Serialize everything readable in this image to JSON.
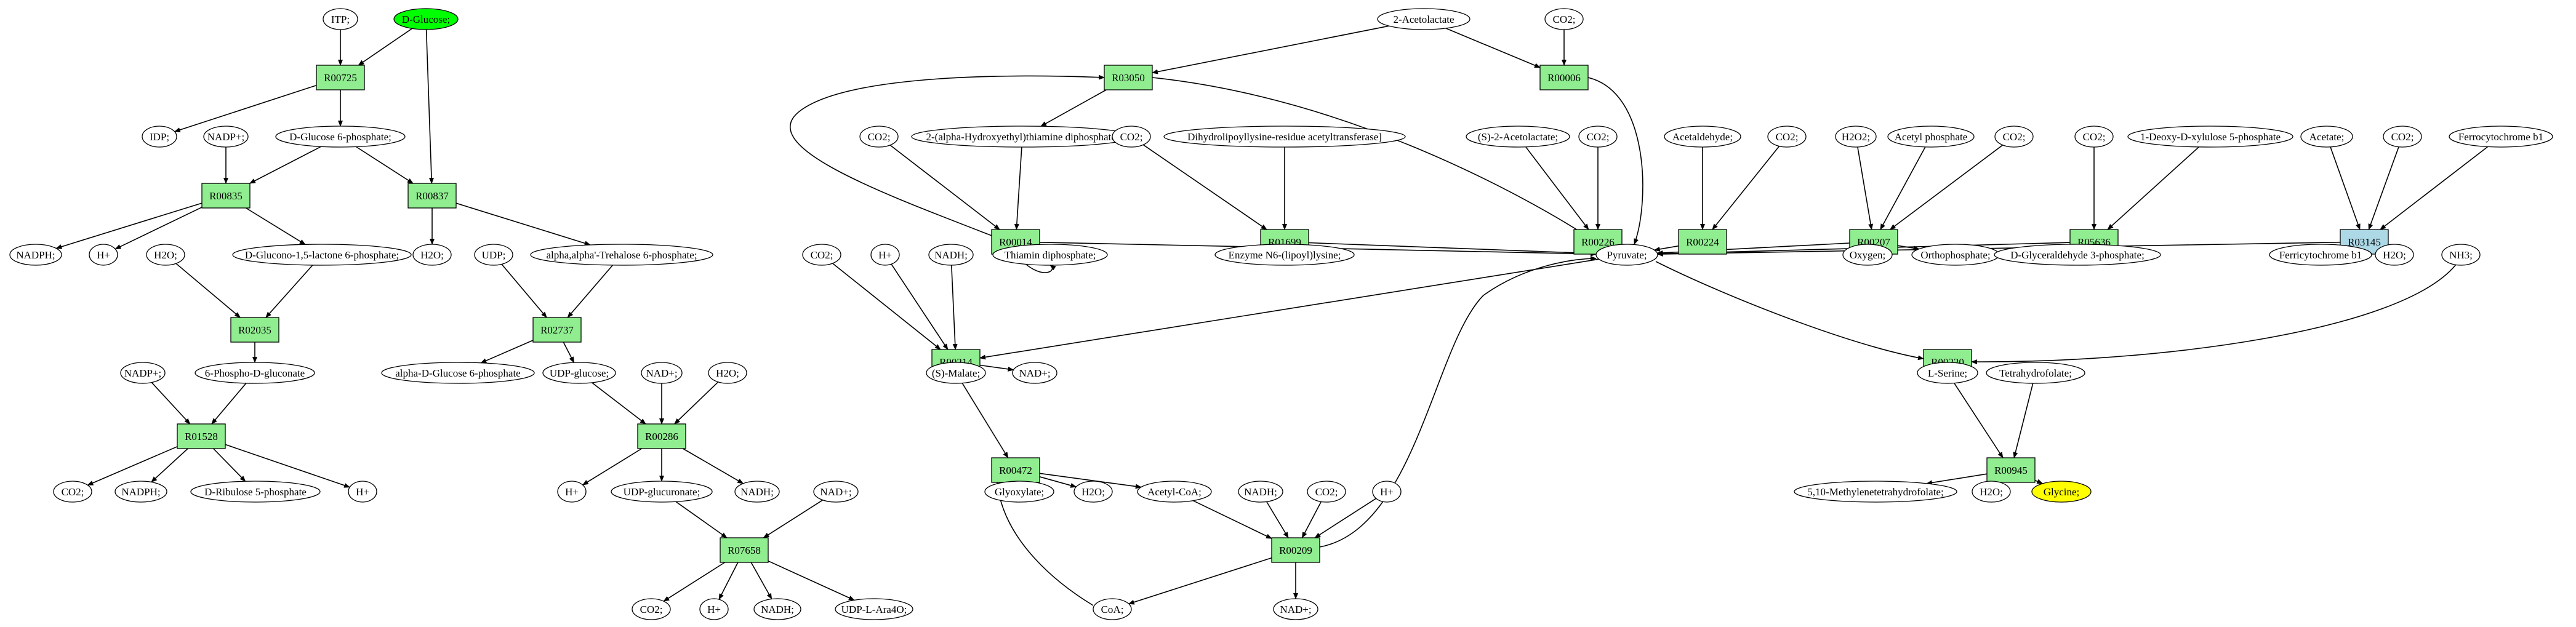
{
  "colors": {
    "reaction_fill": "#90ee90",
    "reaction_highlight_fill": "#add8e6",
    "metabolite_fill": "#ffffff",
    "source_fill": "#00ff00",
    "target_fill": "#ffff00",
    "stroke": "#000000"
  },
  "reactions": [
    {
      "id": "r-R00725",
      "label": "R00725"
    },
    {
      "id": "r-R00835",
      "label": "R00835"
    },
    {
      "id": "r-R00837",
      "label": "R00837"
    },
    {
      "id": "r-R02035",
      "label": "R02035"
    },
    {
      "id": "r-R02737",
      "label": "R02737"
    },
    {
      "id": "r-R01528",
      "label": "R01528"
    },
    {
      "id": "r-R00286",
      "label": "R00286"
    },
    {
      "id": "r-R07658",
      "label": "R07658"
    },
    {
      "id": "r-R03050",
      "label": "R03050"
    },
    {
      "id": "r-R00006",
      "label": "R00006"
    },
    {
      "id": "r-R00014",
      "label": "R00014"
    },
    {
      "id": "r-R01699",
      "label": "R01699"
    },
    {
      "id": "r-R00226",
      "label": "R00226"
    },
    {
      "id": "r-R00224",
      "label": "R00224"
    },
    {
      "id": "r-R00207",
      "label": "R00207"
    },
    {
      "id": "r-R05636",
      "label": "R05636"
    },
    {
      "id": "r-R03145",
      "label": "R03145",
      "highlight": true
    },
    {
      "id": "r-R00214",
      "label": "R00214"
    },
    {
      "id": "r-R00220",
      "label": "R00220"
    },
    {
      "id": "r-R00472",
      "label": "R00472"
    },
    {
      "id": "r-R00945",
      "label": "R00945"
    },
    {
      "id": "r-R00209",
      "label": "R00209"
    }
  ],
  "metabolites": [
    {
      "id": "m-itp",
      "label": "ITP;"
    },
    {
      "id": "m-dglucose",
      "label": "D-Glucose;",
      "role": "source"
    },
    {
      "id": "m-idp",
      "label": "IDP;"
    },
    {
      "id": "m-nadp1",
      "label": "NADP+;"
    },
    {
      "id": "m-g6p",
      "label": "D-Glucose 6-phosphate;"
    },
    {
      "id": "m-nadph1",
      "label": "NADPH;"
    },
    {
      "id": "m-h1",
      "label": "H+"
    },
    {
      "id": "m-glucono",
      "label": "D-Glucono-1,5-lactone 6-phosphate;"
    },
    {
      "id": "m-h2o1",
      "label": "H2O;"
    },
    {
      "id": "m-h2o2",
      "label": "H2O;"
    },
    {
      "id": "m-udp",
      "label": "UDP;"
    },
    {
      "id": "m-trehalose",
      "label": "alpha,alpha'-Trehalose 6-phosphate;"
    },
    {
      "id": "m-6pg",
      "label": "6-Phospho-D-gluconate"
    },
    {
      "id": "m-nadp2",
      "label": "NADP+;"
    },
    {
      "id": "m-ag6p",
      "label": "alpha-D-Glucose 6-phosphate"
    },
    {
      "id": "m-udpglc",
      "label": "UDP-glucose;"
    },
    {
      "id": "m-nad1",
      "label": "NAD+;"
    },
    {
      "id": "m-h2o3",
      "label": "H2O;"
    },
    {
      "id": "m-co2a",
      "label": "CO2;"
    },
    {
      "id": "m-nadph2",
      "label": "NADPH;"
    },
    {
      "id": "m-ribulose",
      "label": "D-Ribulose 5-phosphate"
    },
    {
      "id": "m-h2",
      "label": "H+"
    },
    {
      "id": "m-h3",
      "label": "H+"
    },
    {
      "id": "m-udpglcu",
      "label": "UDP-glucuronate;"
    },
    {
      "id": "m-nadh1",
      "label": "NADH;"
    },
    {
      "id": "m-nad2",
      "label": "NAD+;"
    },
    {
      "id": "m-co2b",
      "label": "CO2;"
    },
    {
      "id": "m-h4",
      "label": "H+"
    },
    {
      "id": "m-nadh2",
      "label": "NADH;"
    },
    {
      "id": "m-udpara",
      "label": "UDP-L-Ara4O;"
    },
    {
      "id": "m-acetolactate",
      "label": "2-Acetolactate"
    },
    {
      "id": "m-co2c",
      "label": "CO2;"
    },
    {
      "id": "m-co2d",
      "label": "CO2;"
    },
    {
      "id": "m-hetpp",
      "label": "2-(alpha-Hydroxyethyl)thiamine diphosphate;"
    },
    {
      "id": "m-co2e",
      "label": "CO2;"
    },
    {
      "id": "m-dihydrolipo",
      "label": "Dihydrolipoyllysine-residue acetyltransferase]"
    },
    {
      "id": "m-sacetolactate",
      "label": "(S)-2-Acetolactate;"
    },
    {
      "id": "m-co2f",
      "label": "CO2;"
    },
    {
      "id": "m-acetaldehyde",
      "label": "Acetaldehyde;"
    },
    {
      "id": "m-co2g",
      "label": "CO2;"
    },
    {
      "id": "m-h2o2x",
      "label": "H2O2;"
    },
    {
      "id": "m-acetylp",
      "label": "Acetyl phosphate"
    },
    {
      "id": "m-co2h",
      "label": "CO2;"
    },
    {
      "id": "m-co2i",
      "label": "CO2;"
    },
    {
      "id": "m-dxp",
      "label": "1-Deoxy-D-xylulose 5-phosphate"
    },
    {
      "id": "m-acetate",
      "label": "Acetate;"
    },
    {
      "id": "m-co2j",
      "label": "CO2;"
    },
    {
      "id": "m-ferrocyt",
      "label": "Ferrocytochrome b1"
    },
    {
      "id": "m-thiamin",
      "label": "Thiamin diphosphate;"
    },
    {
      "id": "m-enzyme",
      "label": "Enzyme N6-(lipoyl)lysine;"
    },
    {
      "id": "m-pyruvate",
      "label": "Pyruvate;"
    },
    {
      "id": "m-oxygen",
      "label": "Oxygen;"
    },
    {
      "id": "m-ortho",
      "label": "Orthophosphate;"
    },
    {
      "id": "m-g3p",
      "label": "D-Glyceraldehyde 3-phosphate;"
    },
    {
      "id": "m-ferricyt",
      "label": "Ferricytochrome b1"
    },
    {
      "id": "m-h2o4",
      "label": "H2O;"
    },
    {
      "id": "m-nh3",
      "label": "NH3;"
    },
    {
      "id": "m-co2k",
      "label": "CO2;"
    },
    {
      "id": "m-h5",
      "label": "H+"
    },
    {
      "id": "m-nadh3",
      "label": "NADH;"
    },
    {
      "id": "m-smalate",
      "label": "(S)-Malate;"
    },
    {
      "id": "m-nad3",
      "label": "NAD+;"
    },
    {
      "id": "m-lserine",
      "label": "L-Serine;"
    },
    {
      "id": "m-thf",
      "label": "Tetrahydrofolate;"
    },
    {
      "id": "m-glyoxylate",
      "label": "Glyoxylate;"
    },
    {
      "id": "m-h2o5",
      "label": "H2O;"
    },
    {
      "id": "m-acetylcoa",
      "label": "Acetyl-CoA;"
    },
    {
      "id": "m-nadh4",
      "label": "NADH;"
    },
    {
      "id": "m-co2l",
      "label": "CO2;"
    },
    {
      "id": "m-h6",
      "label": "H+"
    },
    {
      "id": "m-methylene",
      "label": "5,10-Methylenetetrahydrofolate;"
    },
    {
      "id": "m-h2o6",
      "label": "H2O;"
    },
    {
      "id": "m-glycine",
      "label": "Glycine;",
      "role": "target"
    },
    {
      "id": "m-coa",
      "label": "CoA;"
    },
    {
      "id": "m-nad4",
      "label": "NAD+;"
    }
  ],
  "edges": [
    [
      "m-itp",
      "r-R00725"
    ],
    [
      "m-dglucose",
      "r-R00725"
    ],
    [
      "m-dglucose",
      "r-R00837"
    ],
    [
      "r-R00725",
      "m-idp"
    ],
    [
      "r-R00725",
      "m-g6p"
    ],
    [
      "m-nadp1",
      "r-R00835"
    ],
    [
      "m-g6p",
      "r-R00835"
    ],
    [
      "m-g6p",
      "r-R00837"
    ],
    [
      "r-R00835",
      "m-nadph1"
    ],
    [
      "r-R00835",
      "m-h1"
    ],
    [
      "r-R00835",
      "m-glucono"
    ],
    [
      "r-R00837",
      "m-h2o2"
    ],
    [
      "r-R00837",
      "m-trehalose"
    ],
    [
      "m-h2o1",
      "r-R02035"
    ],
    [
      "m-glucono",
      "r-R02035"
    ],
    [
      "r-R02035",
      "m-6pg"
    ],
    [
      "m-udp",
      "r-R02737"
    ],
    [
      "m-trehalose",
      "r-R02737"
    ],
    [
      "r-R02737",
      "m-ag6p"
    ],
    [
      "r-R02737",
      "m-udpglc"
    ],
    [
      "m-nadp2",
      "r-R01528"
    ],
    [
      "m-6pg",
      "r-R01528"
    ],
    [
      "r-R01528",
      "m-co2a"
    ],
    [
      "r-R01528",
      "m-nadph2"
    ],
    [
      "r-R01528",
      "m-ribulose"
    ],
    [
      "r-R01528",
      "m-h2"
    ],
    [
      "m-udpglc",
      "r-R00286"
    ],
    [
      "m-nad1",
      "r-R00286"
    ],
    [
      "m-h2o3",
      "r-R00286"
    ],
    [
      "r-R00286",
      "m-h3"
    ],
    [
      "r-R00286",
      "m-udpglcu"
    ],
    [
      "r-R00286",
      "m-nadh1"
    ],
    [
      "m-udpglcu",
      "r-R07658"
    ],
    [
      "m-nad2",
      "r-R07658"
    ],
    [
      "r-R07658",
      "m-co2b"
    ],
    [
      "r-R07658",
      "m-h4"
    ],
    [
      "r-R07658",
      "m-nadh2"
    ],
    [
      "r-R07658",
      "m-udpara"
    ],
    [
      "m-acetolactate",
      "r-R03050"
    ],
    [
      "m-acetolactate",
      "r-R00006"
    ],
    [
      "m-co2c",
      "r-R00006"
    ],
    [
      "m-thiamin",
      "r-R03050"
    ],
    [
      "r-R03050",
      "m-hetpp"
    ],
    [
      "r-R03050",
      "m-pyruvate"
    ],
    [
      "r-R00006",
      "m-pyruvate"
    ],
    [
      "m-co2d",
      "r-R00014"
    ],
    [
      "m-hetpp",
      "r-R00014"
    ],
    [
      "r-R00014",
      "m-thiamin"
    ],
    [
      "r-R00014",
      "m-pyruvate"
    ],
    [
      "m-co2e",
      "r-R01699"
    ],
    [
      "m-dihydrolipo",
      "r-R01699"
    ],
    [
      "r-R01699",
      "m-enzyme"
    ],
    [
      "r-R01699",
      "m-pyruvate"
    ],
    [
      "m-sacetolactate",
      "r-R00226"
    ],
    [
      "m-co2f",
      "r-R00226"
    ],
    [
      "r-R00226",
      "m-pyruvate"
    ],
    [
      "m-acetaldehyde",
      "r-R00224"
    ],
    [
      "m-co2g",
      "r-R00224"
    ],
    [
      "r-R00224",
      "m-pyruvate"
    ],
    [
      "m-h2o2x",
      "r-R00207"
    ],
    [
      "m-acetylp",
      "r-R00207"
    ],
    [
      "m-co2h",
      "r-R00207"
    ],
    [
      "r-R00207",
      "m-pyruvate"
    ],
    [
      "r-R00207",
      "m-oxygen"
    ],
    [
      "r-R00207",
      "m-ortho"
    ],
    [
      "m-co2i",
      "r-R05636"
    ],
    [
      "m-dxp",
      "r-R05636"
    ],
    [
      "r-R05636",
      "m-pyruvate"
    ],
    [
      "r-R05636",
      "m-g3p"
    ],
    [
      "m-acetate",
      "r-R03145"
    ],
    [
      "m-co2j",
      "r-R03145"
    ],
    [
      "m-ferrocyt",
      "r-R03145"
    ],
    [
      "r-R03145",
      "m-pyruvate"
    ],
    [
      "r-R03145",
      "m-ferricyt"
    ],
    [
      "r-R03145",
      "m-h2o4"
    ],
    [
      "m-pyruvate",
      "r-R00214"
    ],
    [
      "m-co2k",
      "r-R00214"
    ],
    [
      "m-h5",
      "r-R00214"
    ],
    [
      "m-nadh3",
      "r-R00214"
    ],
    [
      "r-R00214",
      "m-smalate"
    ],
    [
      "r-R00214",
      "m-nad3"
    ],
    [
      "m-pyruvate",
      "r-R00220"
    ],
    [
      "m-nh3",
      "r-R00220"
    ],
    [
      "r-R00220",
      "m-lserine"
    ],
    [
      "m-smalate",
      "r-R00472"
    ],
    [
      "m-coa",
      "r-R00472"
    ],
    [
      "r-R00472",
      "m-glyoxylate"
    ],
    [
      "r-R00472",
      "m-h2o5"
    ],
    [
      "r-R00472",
      "m-acetylcoa"
    ],
    [
      "m-lserine",
      "r-R00945"
    ],
    [
      "m-thf",
      "r-R00945"
    ],
    [
      "r-R00945",
      "m-methylene"
    ],
    [
      "r-R00945",
      "m-h2o6"
    ],
    [
      "r-R00945",
      "m-glycine"
    ],
    [
      "m-acetylcoa",
      "r-R00209"
    ],
    [
      "m-nadh4",
      "r-R00209"
    ],
    [
      "m-co2l",
      "r-R00209"
    ],
    [
      "m-h6",
      "r-R00209"
    ],
    [
      "r-R00209",
      "m-coa"
    ],
    [
      "r-R00209",
      "m-nad4"
    ],
    [
      "r-R00209",
      "m-pyruvate"
    ]
  ]
}
